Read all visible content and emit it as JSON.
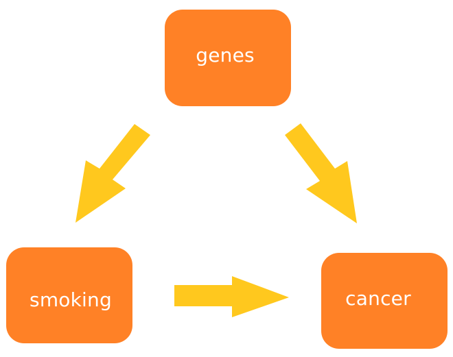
{
  "colors": {
    "node_fill": "#FF8126",
    "node_text": "#FFFFFF",
    "arrow_fill": "#FFC81E"
  },
  "nodes": {
    "genes": {
      "label": "genes"
    },
    "smoking": {
      "label": "smoking"
    },
    "cancer": {
      "label": "cancer"
    }
  },
  "edges": [
    {
      "from": "genes",
      "to": "smoking"
    },
    {
      "from": "genes",
      "to": "cancer"
    },
    {
      "from": "smoking",
      "to": "cancer"
    }
  ]
}
